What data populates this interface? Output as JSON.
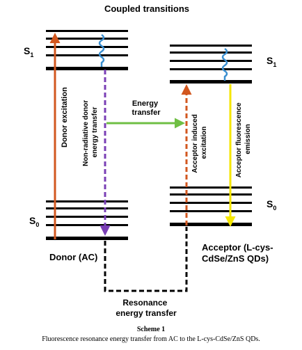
{
  "diagram": {
    "title": "Coupled transitions",
    "donor": {
      "s1_label": "S",
      "s1_sub": "1",
      "s0_label": "S",
      "s0_sub": "0",
      "name": "Donor (AC)",
      "excitation_label": "Donor excitation",
      "nonradiative_label_line1": "Non-radiative donor",
      "nonradiative_label_line2": "energy transfer"
    },
    "acceptor": {
      "s1_label": "S",
      "s1_sub": "1",
      "s0_label": "S",
      "s0_sub": "0",
      "name_line1": "Acceptor (L-cys-",
      "name_line2": "CdSe/ZnS QDs)",
      "induced_label_line1": "Acceptor induced",
      "induced_label_line2": "excitation",
      "emission_label_line1": "Acceptor fluorescence",
      "emission_label_line2": "emission"
    },
    "energy_transfer_line1": "Energy",
    "energy_transfer_line2": "transfer",
    "resonance_line1": "Resonance",
    "resonance_line2": "energy transfer",
    "colors": {
      "donor_excitation": "#d2571f",
      "nonradiative": "#7a3fb5",
      "energy_transfer": "#6fbf44",
      "acceptor_excitation": "#d2571f",
      "emission": "#f5e600",
      "relaxation_wave": "#3a8fd0",
      "levels": "#000000"
    }
  },
  "caption": {
    "label": "Scheme 1",
    "text": "Fluorescence resonance energy transfer from AC to the L-cys-CdSe/ZnS QDs."
  }
}
